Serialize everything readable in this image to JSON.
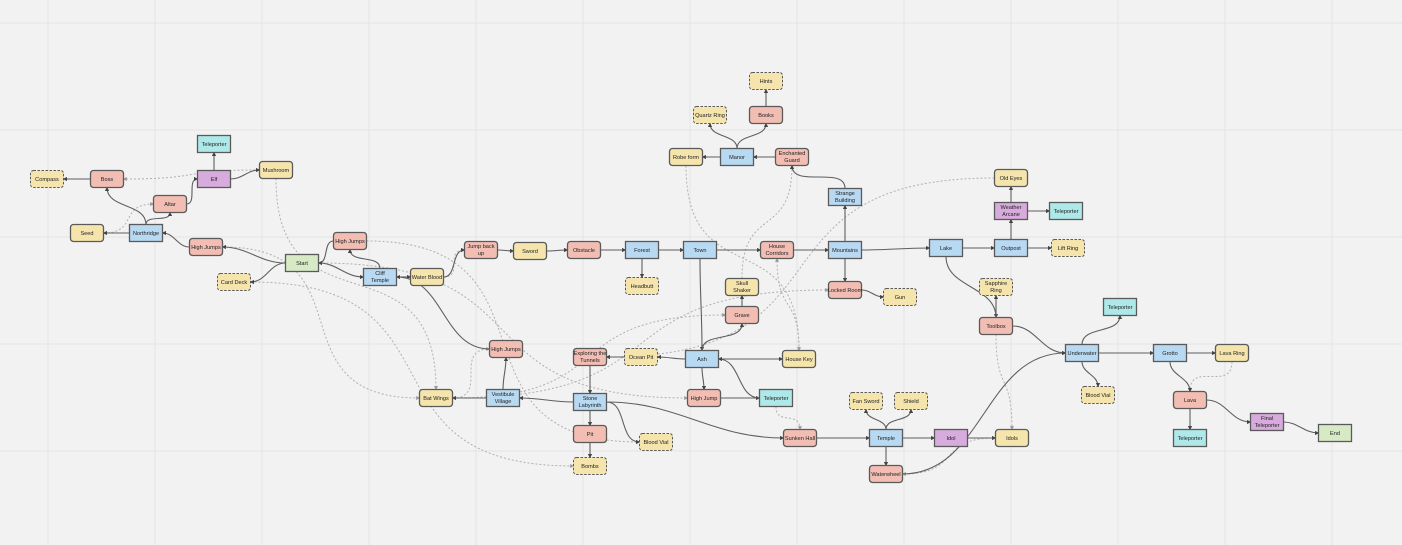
{
  "colors": {
    "background": "#f2f2f2",
    "grid": "#e4e4e4",
    "red": "#f2bdb3",
    "blue": "#b7d9f2",
    "yellow": "#f5e5ad",
    "purple": "#d8abde",
    "cyan": "#aee8e8",
    "green": "#d6eac6",
    "stroke": "#5a5a5a",
    "edge": "#5f5f5f",
    "dashed_edge": "#b0b0b0"
  },
  "nodes": [
    {
      "id": "compass",
      "label": "Compass",
      "kind": "yellow",
      "dashed": true
    },
    {
      "id": "boss1",
      "label": "Boss",
      "kind": "red"
    },
    {
      "id": "altar",
      "label": "Altar",
      "kind": "red"
    },
    {
      "id": "elf",
      "label": "Elf",
      "kind": "purple"
    },
    {
      "id": "tele1",
      "label": "Teleporter",
      "kind": "cyan"
    },
    {
      "id": "mushroom",
      "label": "Mushroom",
      "kind": "yellow"
    },
    {
      "id": "seed",
      "label": "Seed",
      "kind": "yellow"
    },
    {
      "id": "northridge",
      "label": "Northridge",
      "kind": "blue"
    },
    {
      "id": "hj1",
      "label": "High Jumps",
      "kind": "red"
    },
    {
      "id": "start",
      "label": "Start",
      "kind": "green"
    },
    {
      "id": "carddeck",
      "label": "Card Deck",
      "kind": "yellow",
      "dashed": true
    },
    {
      "id": "hj2",
      "label": "High Jumps",
      "kind": "red"
    },
    {
      "id": "cliff",
      "label": "Cliff Temple",
      "kind": "blue"
    },
    {
      "id": "waterblood",
      "label": "Water Blood",
      "kind": "yellow"
    },
    {
      "id": "jumpback",
      "label": "Jump back up",
      "kind": "red"
    },
    {
      "id": "sword",
      "label": "Sword",
      "kind": "yellow"
    },
    {
      "id": "obstacle",
      "label": "Obstacle",
      "kind": "red"
    },
    {
      "id": "forest",
      "label": "Forest",
      "kind": "blue"
    },
    {
      "id": "headbutt",
      "label": "Headbutt",
      "kind": "yellow",
      "dashed": true
    },
    {
      "id": "town",
      "label": "Town",
      "kind": "blue"
    },
    {
      "id": "house",
      "label": "House Corridors",
      "kind": "red"
    },
    {
      "id": "mountains",
      "label": "Mountains",
      "kind": "blue"
    },
    {
      "id": "strange",
      "label": "Strange Building",
      "kind": "blue"
    },
    {
      "id": "guard",
      "label": "Enchanted Guard",
      "kind": "red"
    },
    {
      "id": "manor",
      "label": "Manor",
      "kind": "blue"
    },
    {
      "id": "robe",
      "label": "Robe form",
      "kind": "yellow"
    },
    {
      "id": "quartz",
      "label": "Quartz Ring",
      "kind": "yellow",
      "dashed": true
    },
    {
      "id": "books",
      "label": "Books",
      "kind": "red"
    },
    {
      "id": "hints",
      "label": "Hints",
      "kind": "yellow",
      "dashed": true
    },
    {
      "id": "locked",
      "label": "Locked Room",
      "kind": "red"
    },
    {
      "id": "gun",
      "label": "Gun",
      "kind": "yellow",
      "dashed": true
    },
    {
      "id": "lake",
      "label": "Lake",
      "kind": "blue"
    },
    {
      "id": "outpost",
      "label": "Outpost",
      "kind": "blue"
    },
    {
      "id": "liftring",
      "label": "Lift Ring",
      "kind": "yellow",
      "dashed": true
    },
    {
      "id": "weather",
      "label": "Weather Arcane",
      "kind": "purple"
    },
    {
      "id": "tele2",
      "label": "Teleporter",
      "kind": "cyan"
    },
    {
      "id": "oldeyes",
      "label": "Old Eyes",
      "kind": "yellow"
    },
    {
      "id": "sapphire",
      "label": "Sapphire Ring",
      "kind": "yellow",
      "dashed": true
    },
    {
      "id": "toolbox",
      "label": "Toolbox",
      "kind": "red"
    },
    {
      "id": "tele3",
      "label": "Teleporter",
      "kind": "cyan"
    },
    {
      "id": "underwater",
      "label": "Underwater",
      "kind": "blue"
    },
    {
      "id": "bloodvial1",
      "label": "Blood Vial",
      "kind": "yellow",
      "dashed": true
    },
    {
      "id": "grotto",
      "label": "Grotto",
      "kind": "blue"
    },
    {
      "id": "lavaring",
      "label": "Lava Ring",
      "kind": "yellow"
    },
    {
      "id": "lava",
      "label": "Lava",
      "kind": "red"
    },
    {
      "id": "tele4",
      "label": "Teleporter",
      "kind": "cyan"
    },
    {
      "id": "finaltele",
      "label": "Final Teleporter",
      "kind": "purple"
    },
    {
      "id": "end",
      "label": "End",
      "kind": "green"
    },
    {
      "id": "skull",
      "label": "Skull Shaker",
      "kind": "yellow"
    },
    {
      "id": "grave",
      "label": "Grave",
      "kind": "red"
    },
    {
      "id": "housekey",
      "label": "House Key",
      "kind": "yellow"
    },
    {
      "id": "ash",
      "label": "Ash",
      "kind": "blue"
    },
    {
      "id": "oceanpit",
      "label": "Ocean Pit",
      "kind": "yellow",
      "dashed": true
    },
    {
      "id": "tunnels",
      "label": "Exploring the Tunnels",
      "kind": "red"
    },
    {
      "id": "hj3",
      "label": "High Jump",
      "kind": "red"
    },
    {
      "id": "tele5",
      "label": "Teleporter",
      "kind": "cyan"
    },
    {
      "id": "stone",
      "label": "Stone Labyrinth",
      "kind": "blue"
    },
    {
      "id": "pit",
      "label": "Pit",
      "kind": "red"
    },
    {
      "id": "bombs",
      "label": "Bombs",
      "kind": "yellow",
      "dashed": true
    },
    {
      "id": "bloodvial2",
      "label": "Blood Vial",
      "kind": "yellow",
      "dashed": true
    },
    {
      "id": "vestibule",
      "label": "Vestibule Village",
      "kind": "blue"
    },
    {
      "id": "batwings",
      "label": "Bat Wings",
      "kind": "yellow"
    },
    {
      "id": "hj4",
      "label": "High Jumps",
      "kind": "red"
    },
    {
      "id": "sunken",
      "label": "Sunken Hall",
      "kind": "red"
    },
    {
      "id": "temple",
      "label": "Temple",
      "kind": "blue"
    },
    {
      "id": "idol",
      "label": "Idol",
      "kind": "purple"
    },
    {
      "id": "idols",
      "label": "Idols",
      "kind": "yellow"
    },
    {
      "id": "fansword",
      "label": "Fan Sword",
      "kind": "yellow",
      "dashed": true
    },
    {
      "id": "shield",
      "label": "Shield",
      "kind": "yellow",
      "dashed": true
    },
    {
      "id": "waterwheel",
      "label": "Waterwheel",
      "kind": "red"
    }
  ],
  "edges": [
    [
      "boss1",
      "compass"
    ],
    [
      "northridge",
      "boss1"
    ],
    [
      "northridge",
      "altar"
    ],
    [
      "altar",
      "elf"
    ],
    [
      "elf",
      "tele1"
    ],
    [
      "elf",
      "mushroom"
    ],
    [
      "northridge",
      "seed"
    ],
    [
      "hj1",
      "northridge"
    ],
    [
      "start",
      "hj1"
    ],
    [
      "start",
      "carddeck"
    ],
    [
      "start",
      "cliff"
    ],
    [
      "cliff",
      "hj2"
    ],
    [
      "hj2",
      "start"
    ],
    [
      "cliff",
      "waterblood"
    ],
    [
      "waterblood",
      "jumpback"
    ],
    [
      "jumpback",
      "sword"
    ],
    [
      "sword",
      "obstacle"
    ],
    [
      "obstacle",
      "forest"
    ],
    [
      "forest",
      "headbutt"
    ],
    [
      "forest",
      "town"
    ],
    [
      "town",
      "house"
    ],
    [
      "house",
      "mountains"
    ],
    [
      "mountains",
      "strange"
    ],
    [
      "strange",
      "guard"
    ],
    [
      "guard",
      "manor"
    ],
    [
      "manor",
      "robe"
    ],
    [
      "manor",
      "quartz"
    ],
    [
      "manor",
      "books"
    ],
    [
      "books",
      "hints"
    ],
    [
      "mountains",
      "locked"
    ],
    [
      "locked",
      "gun"
    ],
    [
      "mountains",
      "lake"
    ],
    [
      "lake",
      "outpost"
    ],
    [
      "outpost",
      "liftring"
    ],
    [
      "outpost",
      "weather"
    ],
    [
      "weather",
      "tele2"
    ],
    [
      "weather",
      "oldeyes"
    ],
    [
      "lake",
      "toolbox"
    ],
    [
      "toolbox",
      "sapphire"
    ],
    [
      "toolbox",
      "underwater"
    ],
    [
      "underwater",
      "tele3"
    ],
    [
      "underwater",
      "bloodvial1"
    ],
    [
      "underwater",
      "grotto"
    ],
    [
      "grotto",
      "lavaring"
    ],
    [
      "grotto",
      "lava"
    ],
    [
      "lava",
      "tele4"
    ],
    [
      "lava",
      "finaltele"
    ],
    [
      "finaltele",
      "end"
    ],
    [
      "town",
      "ash"
    ],
    [
      "ash",
      "grave"
    ],
    [
      "grave",
      "skull"
    ],
    [
      "ash",
      "housekey"
    ],
    [
      "ash",
      "oceanpit"
    ],
    [
      "oceanpit",
      "tunnels"
    ],
    [
      "tunnels",
      "stone"
    ],
    [
      "ash",
      "hj3"
    ],
    [
      "hj3",
      "tele5"
    ],
    [
      "tele5",
      "ash"
    ],
    [
      "stone",
      "vestibule"
    ],
    [
      "vestibule",
      "batwings"
    ],
    [
      "vestibule",
      "hj4"
    ],
    [
      "hj4",
      "cliff"
    ],
    [
      "stone",
      "pit"
    ],
    [
      "pit",
      "bombs"
    ],
    [
      "stone",
      "bloodvial2"
    ],
    [
      "stone",
      "sunken"
    ],
    [
      "sunken",
      "temple"
    ],
    [
      "temple",
      "fansword"
    ],
    [
      "temple",
      "shield"
    ],
    [
      "temple",
      "idol"
    ],
    [
      "idol",
      "idols"
    ],
    [
      "temple",
      "waterwheel"
    ],
    [
      "waterwheel",
      "underwater"
    ]
  ],
  "dashed_edges": [
    [
      "seed",
      "altar"
    ],
    [
      "mushroom",
      "boss1"
    ],
    [
      "waterblood",
      "jumpback"
    ],
    [
      "sword",
      "obstacle"
    ],
    [
      "skull",
      "guard"
    ],
    [
      "housekey",
      "house"
    ],
    [
      "oldeyes",
      "tunnels"
    ],
    [
      "robe",
      "housekey"
    ],
    [
      "batwings",
      "hj4"
    ],
    [
      "carddeck",
      "bombs"
    ],
    [
      "idols",
      "waterwheel"
    ],
    [
      "lavaring",
      "lava"
    ],
    [
      "mushroom",
      "batwings"
    ],
    [
      "hj1",
      "batwings"
    ],
    [
      "hj2",
      "bloodvial2"
    ],
    [
      "batwings",
      "grave"
    ],
    [
      "batwings",
      "locked"
    ],
    [
      "start",
      "hj3"
    ],
    [
      "toolbox",
      "idols"
    ],
    [
      "tele5",
      "sunken"
    ]
  ]
}
